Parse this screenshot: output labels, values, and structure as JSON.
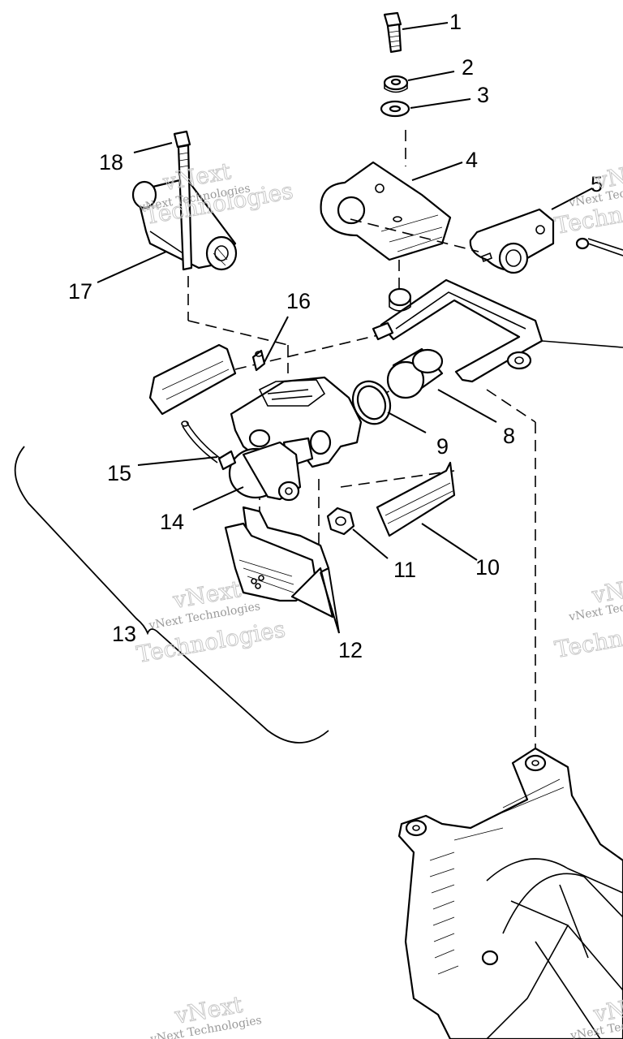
{
  "callouts": {
    "n1": "1",
    "n2": "2",
    "n3": "3",
    "n4": "4",
    "n5": "5",
    "n8": "8",
    "n9": "9",
    "n10": "10",
    "n11": "11",
    "n12": "12",
    "n13": "13",
    "n14": "14",
    "n15": "15",
    "n16": "16",
    "n17": "17",
    "n18": "18"
  },
  "watermark": {
    "line1": "vNext Technologies",
    "line2": "vNext",
    "line3": "Technologies"
  }
}
